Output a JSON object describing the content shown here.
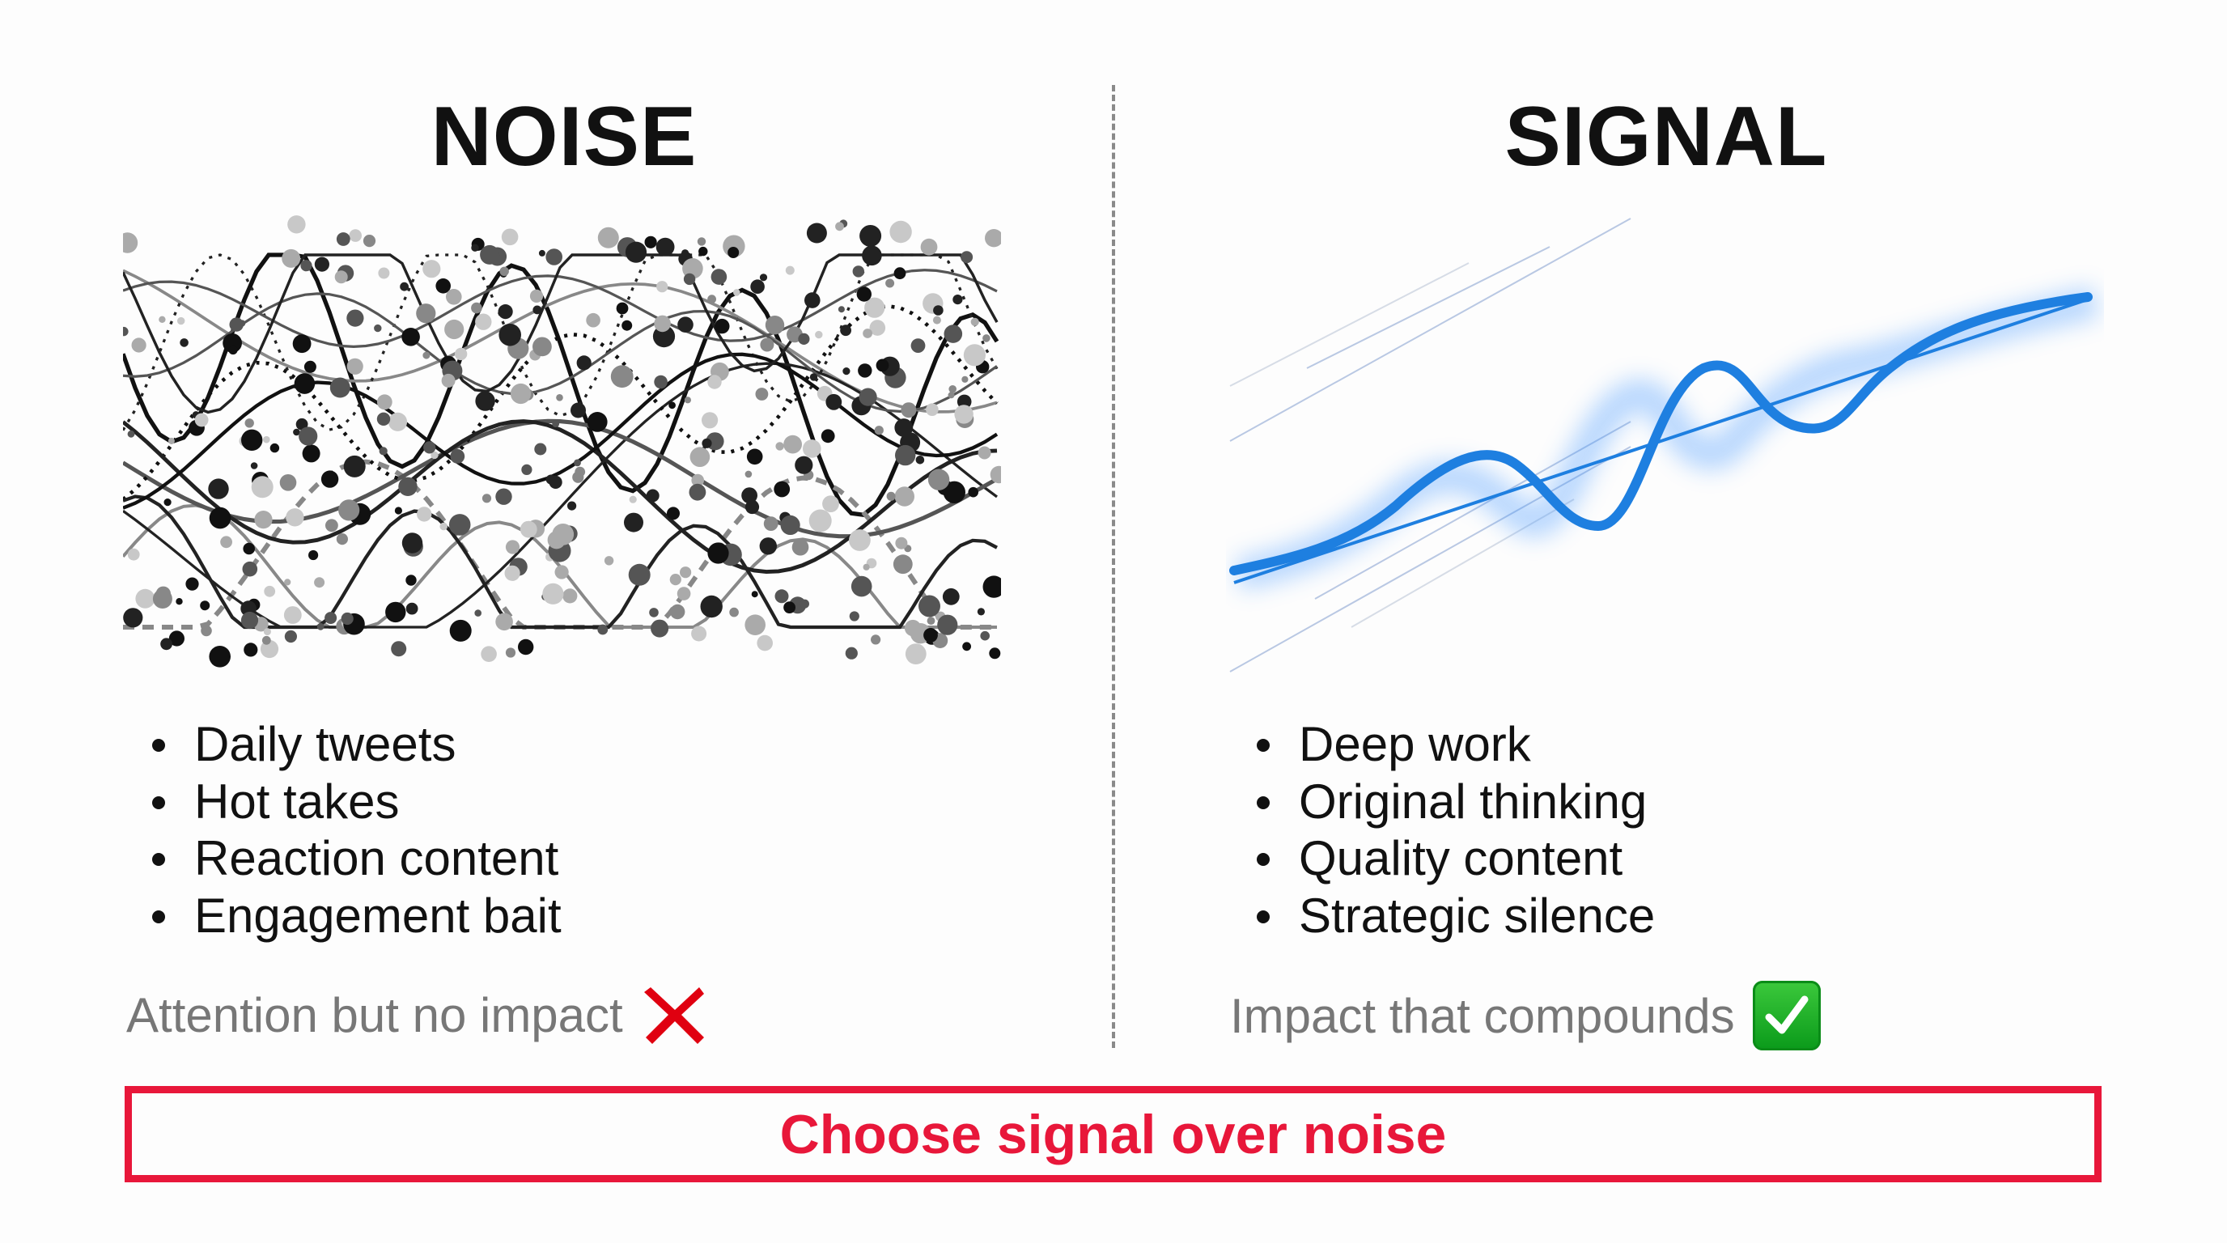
{
  "noise": {
    "title": "NOISE",
    "items": [
      "Daily tweets",
      "Hot takes",
      "Reaction content",
      "Engagement bait"
    ],
    "caption": "Attention but no impact",
    "icon": "cross-mark-icon",
    "icon_color": "#e00010"
  },
  "signal": {
    "title": "SIGNAL",
    "items": [
      "Deep work",
      "Original thinking",
      "Quality content",
      "Strategic silence"
    ],
    "caption": "Impact that compounds",
    "icon": "check-mark-button-icon",
    "icon_color": "#16a824",
    "line_color": "#1e7fe0"
  },
  "footer": {
    "text": "Choose signal over noise",
    "color": "#e8173a"
  }
}
